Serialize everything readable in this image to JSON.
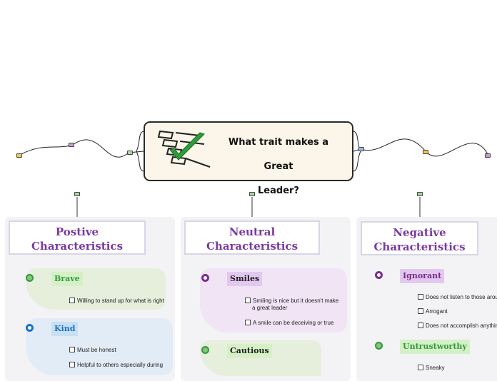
{
  "title": {
    "line1": "What trait makes a Great",
    "line2": "Leader?"
  },
  "branches": [
    {
      "heading": {
        "line1": "Postive",
        "line2": "Characteristics"
      },
      "topics": [
        {
          "label": "Brave",
          "items": [
            "Willing to stand up for what is right"
          ]
        },
        {
          "label": "Kind",
          "items": [
            "Must be honest",
            "Helpful to others especially during"
          ]
        }
      ]
    },
    {
      "heading": {
        "line1": "Neutral",
        "line2": "Characteristics"
      },
      "topics": [
        {
          "label": "Smiles",
          "items": [
            "Smiling is nice but it doesn't make a great leader",
            "A smile can be deceiving or true"
          ]
        },
        {
          "label": "Cautious",
          "items": []
        }
      ]
    },
    {
      "heading": {
        "line1": "Negative",
        "line2": "Characteristics"
      },
      "topics": [
        {
          "label": "Ignorant",
          "items": [
            "Does not listen to those around",
            "Arrogant",
            "Does not accomplish anything"
          ]
        },
        {
          "label": "Untrustworthy",
          "items": [
            "Sneaky"
          ]
        }
      ]
    }
  ],
  "colors": {
    "brave": "#2d9c3c",
    "kind": "#1a72c4",
    "smiles": "#7a2d8c",
    "cautious": "#2d9c3c",
    "ignorant": "#7a2d8c",
    "untrustworthy": "#2d9c3c",
    "heading_text": "#7a3aa0"
  },
  "icons": [
    "checklist-icon",
    "tag-icon"
  ]
}
